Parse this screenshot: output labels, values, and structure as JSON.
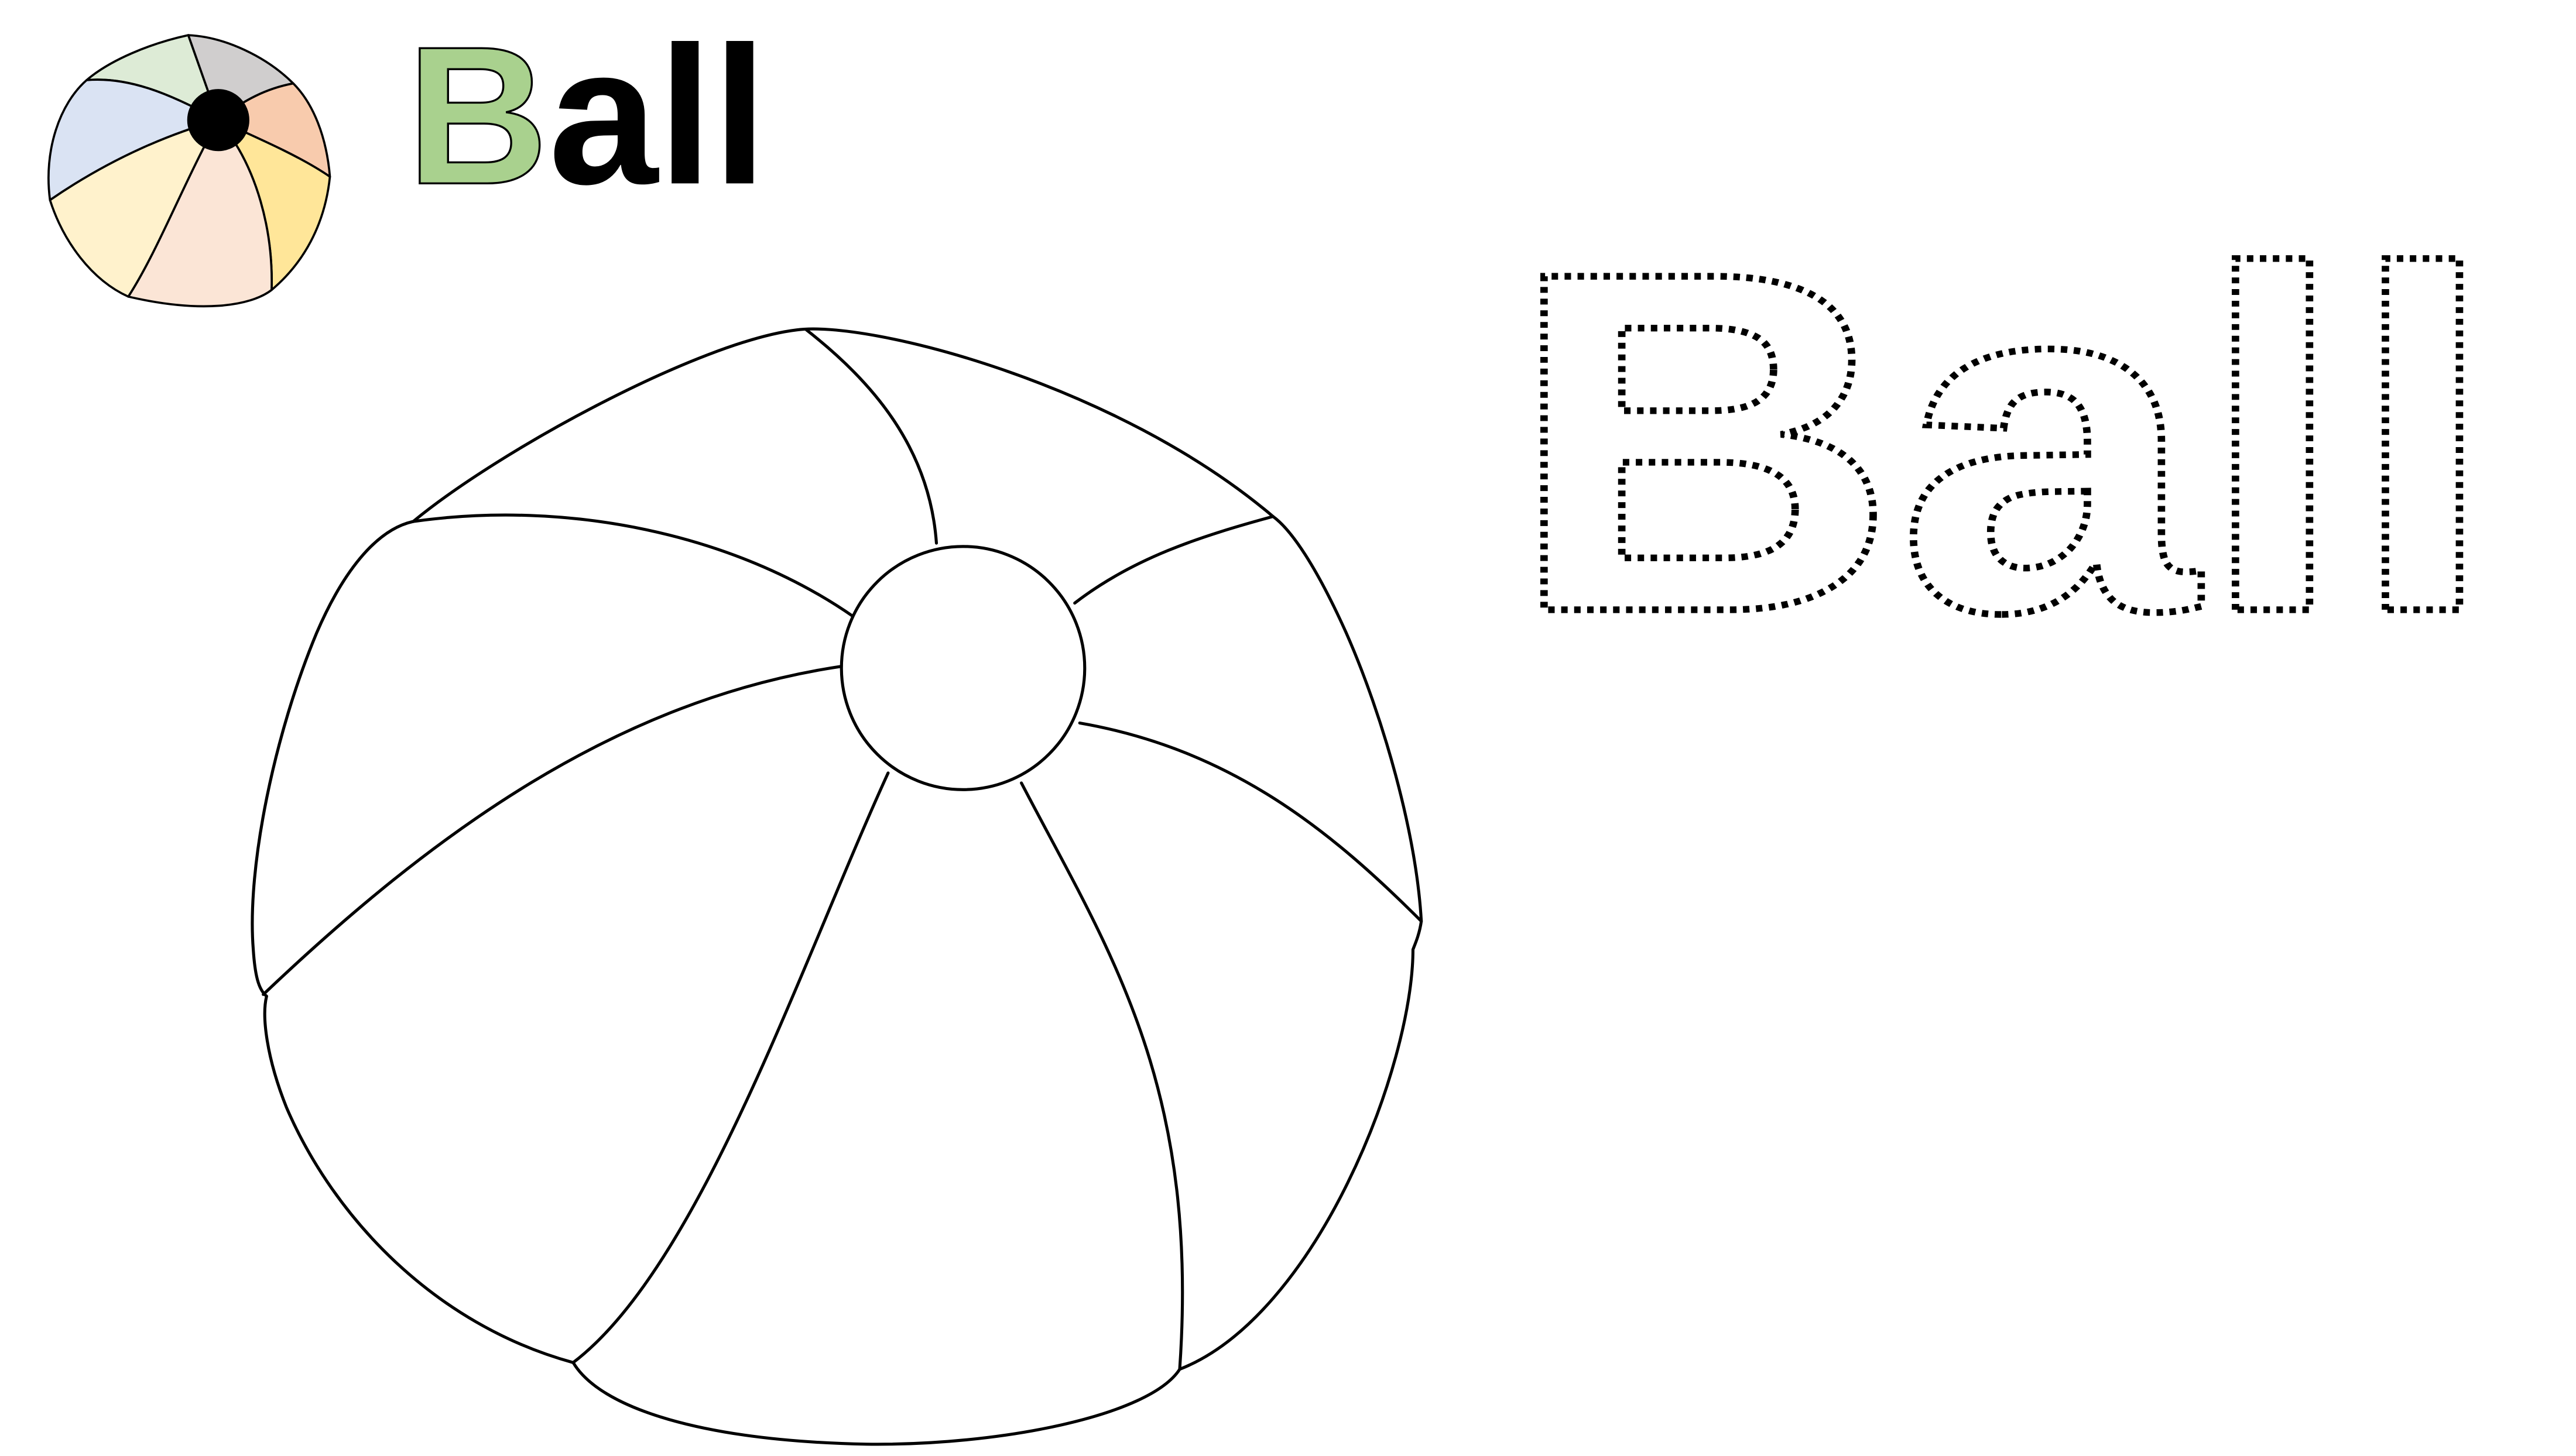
{
  "title": {
    "first_letter": "B",
    "rest": "all"
  },
  "tracing_word": "Ball",
  "colors": {
    "first_letter_fill": "#A9D18E",
    "ink": "#000000",
    "ball_panels": [
      "#DDEBD6",
      "#D0CECE",
      "#F8CBAD",
      "#FFE699",
      "#FBE5D6",
      "#FFF2CC",
      "#DAE3F3"
    ]
  }
}
